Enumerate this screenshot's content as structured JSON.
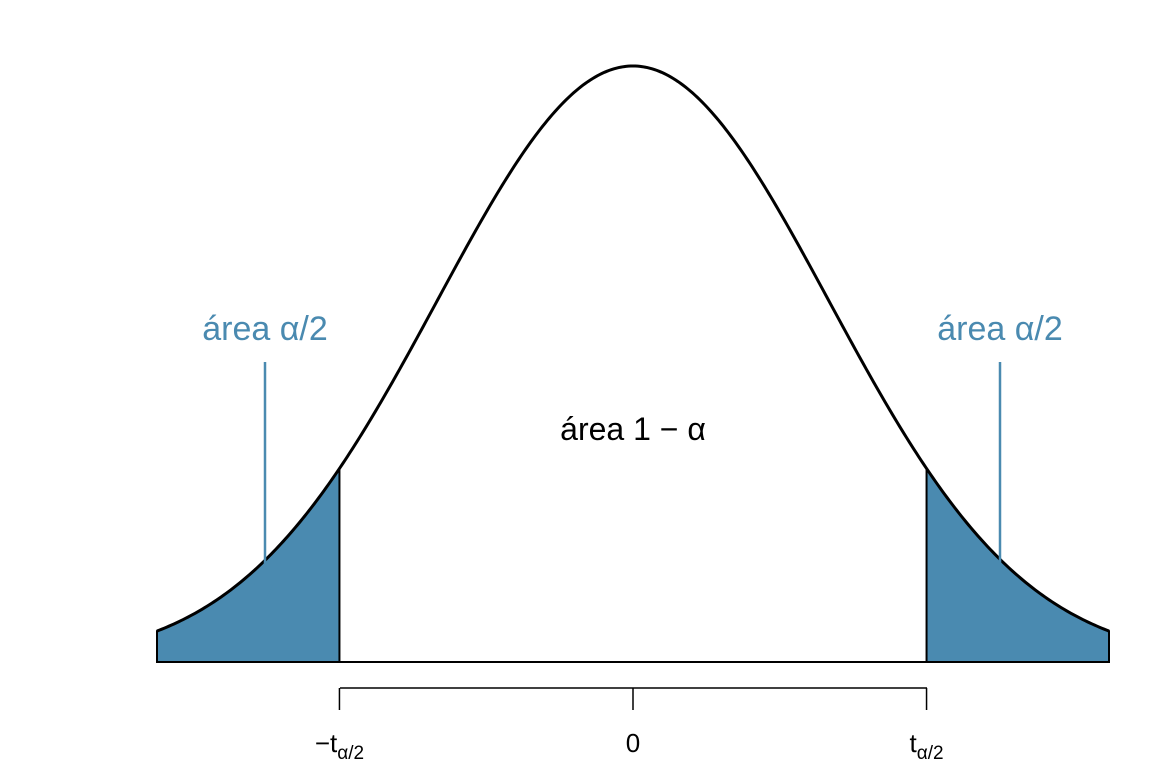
{
  "labels": {
    "left_tail_area": "área α/2",
    "right_tail_area": "área α/2",
    "center_area": "área 1 − α"
  },
  "axis": {
    "ticks": [
      {
        "value": -1.5,
        "label": "−t",
        "sub": "α/2"
      },
      {
        "value": 0,
        "label": "0",
        "sub": ""
      },
      {
        "value": 1.5,
        "label": "t",
        "sub": "α/2"
      }
    ]
  },
  "colors": {
    "tail_fill": "#4a8ab0",
    "annotation": "#4a8ab0",
    "curve": "#000000"
  }
}
